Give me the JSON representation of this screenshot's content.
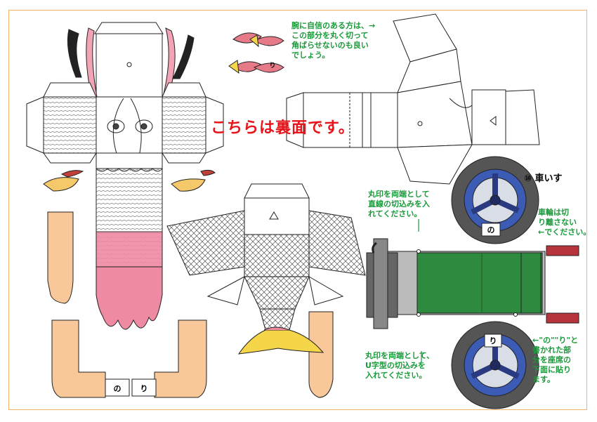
{
  "sheet_title": "こちらは裏面です。",
  "notes": {
    "top_right": [
      "腕に自信のある方は、→",
      "この部分を丸く切って",
      "角ばらせないのも良い",
      "でしょう。"
    ],
    "center": [
      "丸印を両端として",
      "直線の切込みを入",
      "れてください。"
    ],
    "wheel_detach": [
      "車輪は切",
      "り離さない",
      "←でください。"
    ],
    "bottom_center": [
      "丸印を両端として、",
      "U字型の切込みを",
      "入れてください。"
    ],
    "right_bottom": [
      "←\"の\"\"り\"と",
      "書かれた部",
      "分を座席の",
      "下面に貼り",
      "ます。"
    ]
  },
  "wheelchair_title": "⑩ 車いす",
  "labels": {
    "no": "の",
    "ri": "り"
  },
  "colors": {
    "note_green": "#1a9a3a",
    "title_red": "#e8141b",
    "frame_orange": "#f2b26a",
    "hair_pink": "#ef8aa3",
    "skin": "#f8c89a",
    "seat_green": "#2e8a3e",
    "wheel_blue": "#3b5bb5",
    "fin_yellow": "#f5d64a"
  }
}
